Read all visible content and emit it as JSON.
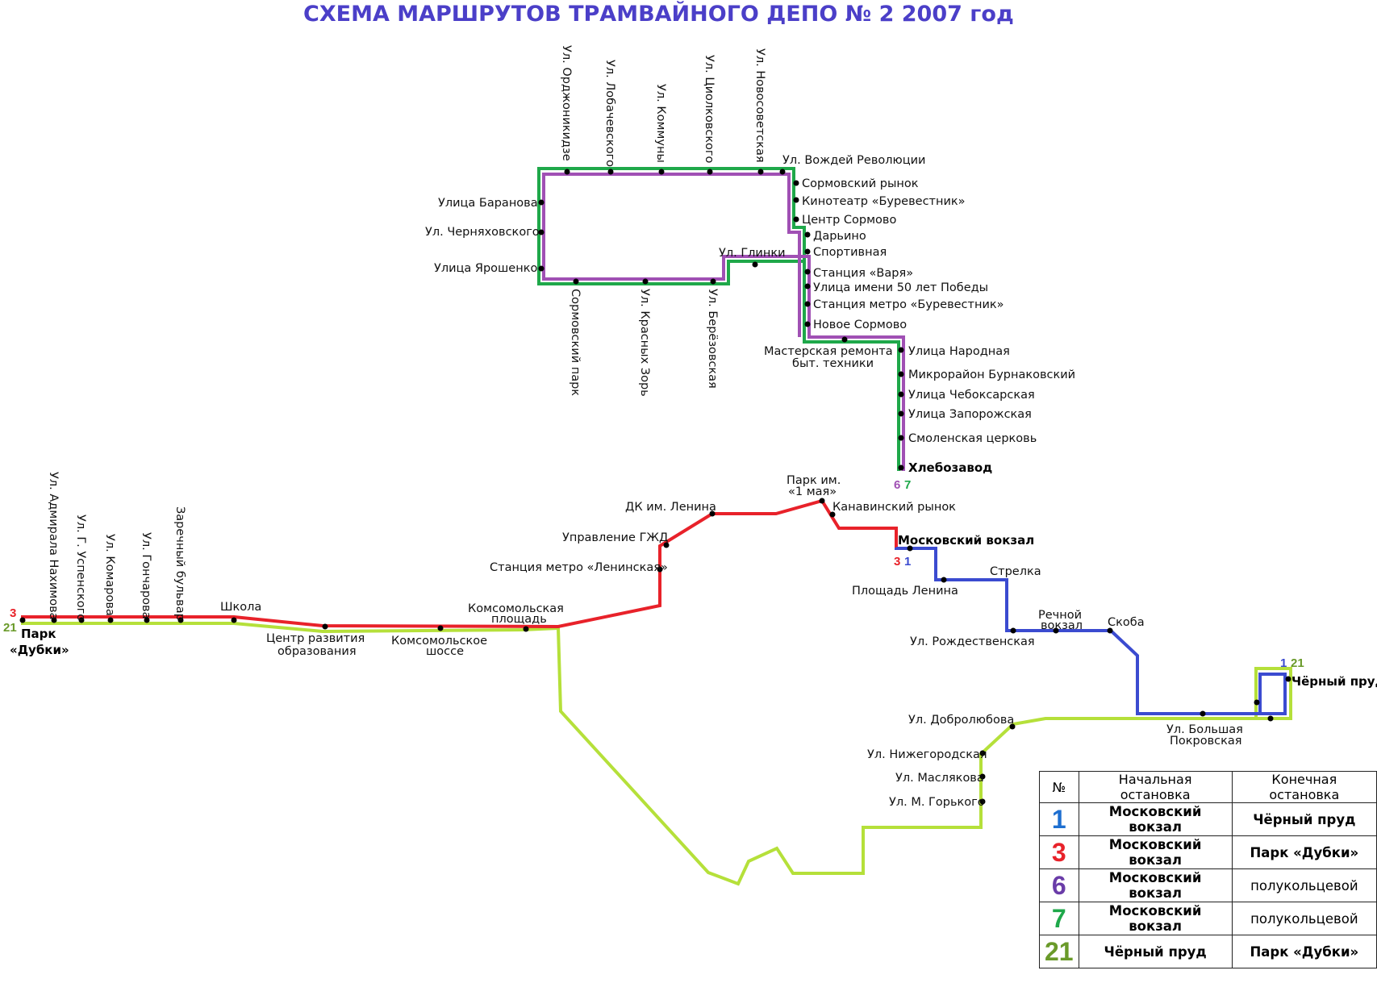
{
  "title": "СХЕМА МАРШРУТОВ ТРАМВАЙНОГО ДЕПО № 2  2007 год",
  "colors": {
    "route_1": "#3b4bd0",
    "route_3": "#e8222a",
    "route_6": "#a050b4",
    "route_7": "#1fa84a",
    "route_21": "#b5e03a",
    "route_21_label": "#6a9a2a"
  },
  "route_labels": {
    "r6": "6",
    "r7": "7",
    "r3_moscow": "3",
    "r1_moscow": "1",
    "r1_cherny": "1",
    "r21_cherny": "21",
    "r3_dubki": "3",
    "r21_dubki": "21"
  },
  "stops": {
    "ordzhonikidze": "Ул. Орджоникидзе",
    "lobachevskogo": "Ул. Лобачевского",
    "kommuny": "Ул. Коммуны",
    "tsiolkovskogo": "Ул. Циолковского",
    "novosovetskaya": "Ул. Новосоветская",
    "vozhdey": "Ул. Вождей Революции",
    "sormovsky_rynok": "Сормовский рынок",
    "burevestnik_cinema": "Кинотеатр «Буревестник»",
    "tsentr_sormovo": "Центр Сормово",
    "daryino": "Дарьино",
    "sportivnaya": "Спортивная",
    "varya": "Станция «Варя»",
    "pobedy": "Улица имени 50 лет Победы",
    "metro_burevestnik": "Станция метро «Буревестник»",
    "novoe_sormovo": "Новое Сормово",
    "masterskaya_1": "Мастерская ремонта",
    "masterskaya_2": "быт. техники",
    "narodnaya": "Улица Народная",
    "burnakovsky": "Микрорайон Бурнаковский",
    "cheboksarskaya": "Улица Чебоксарская",
    "zaporozhskaya": "Улица Запорожская",
    "smolenskaya": "Смоленская церковь",
    "khlebozavod": "Хлебозавод",
    "baranova": "Улица Баранова",
    "chernyakhovskogo": "Ул. Черняховского",
    "yaroshenko": "Улица Ярошенко",
    "glinki": "Ул. Глинки",
    "sormovsky_park": "Сормовский парк",
    "krasnykh_zor": "Ул. Красных Зорь",
    "berezovskaya": "Ул. Берёзовская",
    "park_1_maya_1": "Парк им.",
    "park_1_maya_2": "«1 мая»",
    "kanavinsky": "Канавинский рынок",
    "dk_lenina": "ДК им. Ленина",
    "gzhd": "Управление ГЖД",
    "metro_leninskaya": "Станция метро «Ленинская»",
    "moskovsky_vokzal": "Московский вокзал",
    "komsomolskaya_1": "Комсомольская",
    "komsomolskaya_2": "площадь",
    "shkola": "Школа",
    "tsentr_razvitiya_1": "Центр развития",
    "tsentr_razvitiya_2": "образования",
    "komsomolskoe_1": "Комсомольское",
    "komsomolskoe_2": "шоссе",
    "nakhimova": "Ул. Адмирала Нахимова",
    "uspenskogo": "Ул. Г. Успенского",
    "komarova": "Ул. Комарова",
    "goncharova": "Ул. Гончарова",
    "zarechny": "Заречный бульвар",
    "dubki_1": "Парк",
    "dubki_2": "«Дубки»",
    "strelka": "Стрелка",
    "ploshchad_lenina": "Площадь Ленина",
    "rechnoy_1": "Речной",
    "rechnoy_2": "вокзал",
    "skoba": "Скоба",
    "rozhdestvenskaya": "Ул. Рождественская",
    "cherny_prud": "Чёрный пруд",
    "bolshaya_1": "Ул. Большая",
    "bolshaya_2": "Покровская",
    "dobrolyubova": "Ул. Добролюбова",
    "nizhegorodskaya": "Ул. Нижегородская",
    "maslyakova": "Ул. Маслякова",
    "gorkogo": "Ул. М. Горького"
  },
  "legend": {
    "headers": {
      "num": "№",
      "start": "Начальная остановка",
      "end": "Конечная остановка"
    },
    "rows": [
      {
        "num": "1",
        "start": "Московский вокзал",
        "end": "Чёрный пруд",
        "color": "#1e6fd0"
      },
      {
        "num": "3",
        "start": "Московский вокзал",
        "end": "Парк «Дубки»",
        "color": "#e8222a"
      },
      {
        "num": "6",
        "start": "Московский вокзал",
        "end": "полукольцевой",
        "color": "#6a3ca8"
      },
      {
        "num": "7",
        "start": "Московский вокзал",
        "end": "полукольцевой",
        "color": "#1fa84a"
      },
      {
        "num": "21",
        "start": "Чёрный пруд",
        "end": "Парк «Дубки»",
        "color": "#6a9a2a"
      }
    ]
  }
}
